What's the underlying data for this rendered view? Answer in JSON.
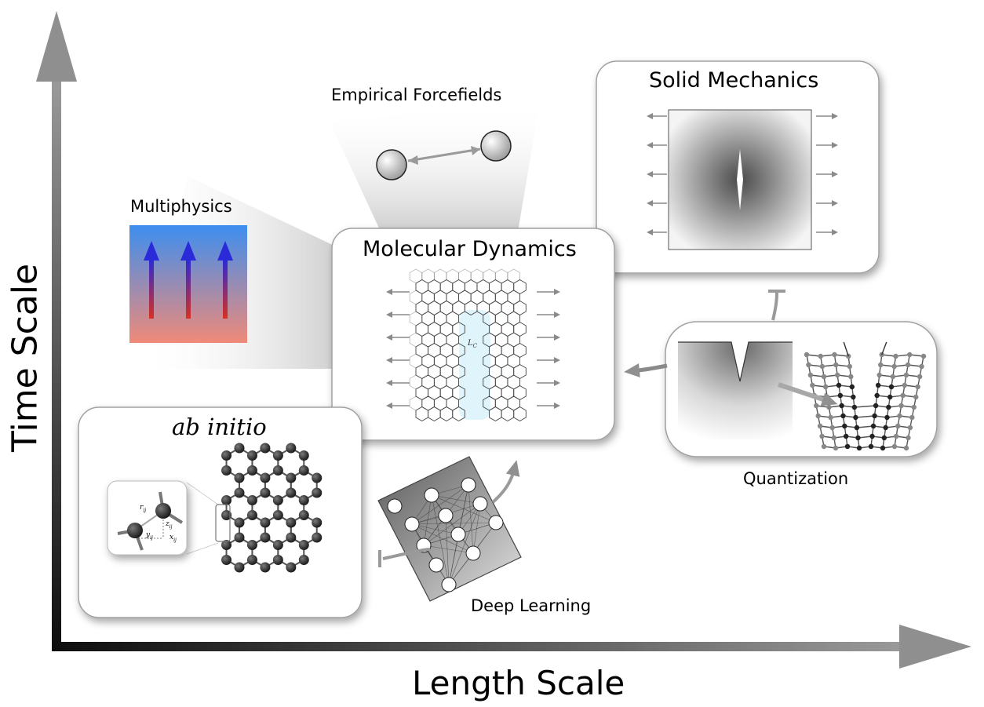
{
  "axes": {
    "y_label": "Time Scale",
    "x_label": "Length Scale"
  },
  "labels": {
    "multiphysics": "Multiphysics",
    "empirical": "Empirical Forcefields",
    "molecular_dynamics": "Molecular Dynamics",
    "solid_mechanics": "Solid Mechanics",
    "ab_initio": "ab initio",
    "deep_learning": "Deep Learning",
    "quantization": "Quantization",
    "crack_length": "L",
    "crack_length_sub": "C"
  },
  "bond_labels": {
    "r": "r",
    "y": "y",
    "z": "z",
    "x": "x",
    "sub": "ij"
  },
  "colors": {
    "multiphysics_top": "#3d8ef0",
    "multiphysics_bottom": "#f08070",
    "arrow_top": "#2a2ad8",
    "arrow_bottom": "#d83020",
    "crack_region": "#dff4fb",
    "axis_dark": "#111111",
    "axis_light": "#8a8a8a"
  }
}
